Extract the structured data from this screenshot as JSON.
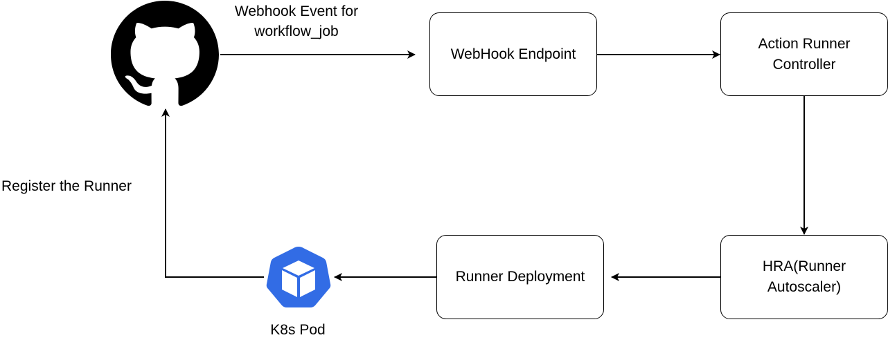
{
  "diagram": {
    "nodes": {
      "github": {
        "icon": "github-icon"
      },
      "webhook_endpoint": {
        "label": "WebHook Endpoint"
      },
      "action_runner_controller": {
        "line1": "Action Runner",
        "line2": "Controller"
      },
      "hra": {
        "line1": "HRA(Runner",
        "line2": "Autoscaler)"
      },
      "runner_deployment": {
        "label": "Runner Deployment"
      },
      "k8s_pod": {
        "icon": "kubernetes-pod-icon",
        "label": "K8s Pod"
      }
    },
    "edge_labels": {
      "webhook_event_line1": "Webhook Event for",
      "webhook_event_line2": "workflow_job",
      "register_runner": "Register the Runner"
    },
    "colors": {
      "stroke": "#000000",
      "github_icon": "#000000",
      "kubernetes_blue": "#326CE5"
    }
  }
}
